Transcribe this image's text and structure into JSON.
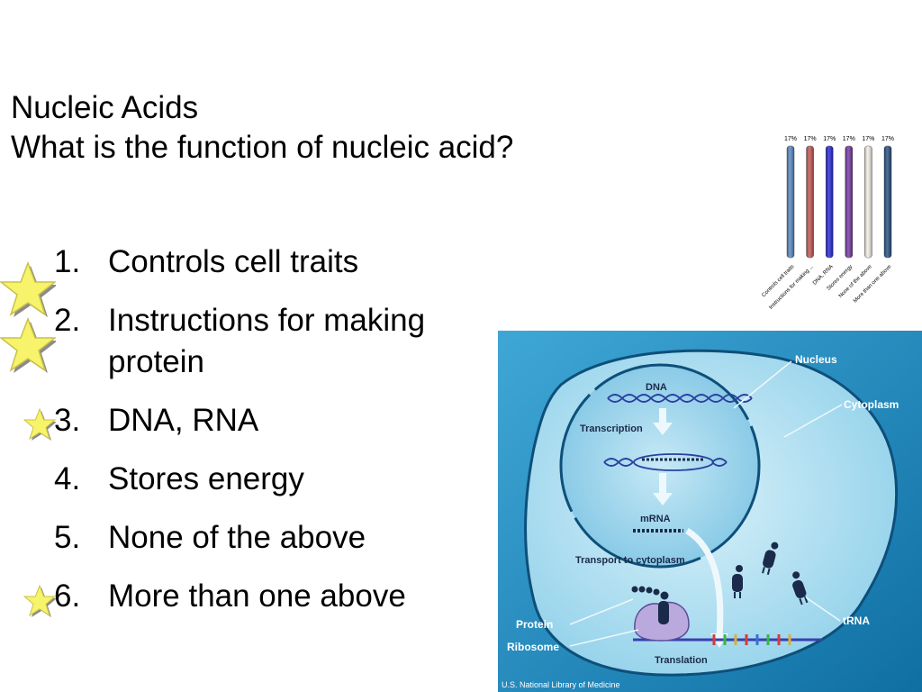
{
  "title": {
    "line1": "Nucleic Acids",
    "line2": "What is the function of nucleic acid?"
  },
  "answers": [
    {
      "number": "1.",
      "text": "Controls cell traits"
    },
    {
      "number": "2.",
      "text": "Instructions for making protein"
    },
    {
      "number": "3.",
      "text": "DNA, RNA"
    },
    {
      "number": "4.",
      "text": "Stores energy"
    },
    {
      "number": "5.",
      "text": "None of the above"
    },
    {
      "number": "6.",
      "text": "More than one above"
    }
  ],
  "star_icons": [
    "star-icon",
    "star-icon",
    "star-icon",
    "star-icon"
  ],
  "chart_data": {
    "type": "bar",
    "categories": [
      "Controls cell traits",
      "Instructions for making ...",
      "DNA, RNA",
      "Stores energy",
      "None of the above",
      "More than one above"
    ],
    "values": [
      17,
      17,
      17,
      17,
      17,
      17
    ],
    "data_labels": [
      "17%",
      "17%",
      "17%",
      "17%",
      "17%",
      "17%"
    ],
    "ylim": [
      0,
      17
    ],
    "grid": false,
    "legend": "none",
    "colors": [
      "#4f81bd",
      "#c0504d",
      "#1f1fd6",
      "#7030a0",
      "#f2efe4",
      "#1f497d"
    ]
  },
  "diagram": {
    "labels": {
      "nucleus": "Nucleus",
      "cytoplasm": "Cytoplasm",
      "dna": "DNA",
      "transcription": "Transcription",
      "mrna": "mRNA",
      "transport": "Transport to cytoplasm",
      "protein": "Protein",
      "ribosome": "Ribosome",
      "trna": "tRNA",
      "translation": "Translation",
      "credit": "U.S. National Library of Medicine"
    },
    "colors": {
      "background": "#1a7fb5",
      "cell": "#9ed8ee",
      "nucleus": "#7fc8e6",
      "outline": "#0e4f7a",
      "dark": "#1b2a4a",
      "ribosome": "#b9a9dc",
      "arrow": "#eef8fc"
    }
  }
}
